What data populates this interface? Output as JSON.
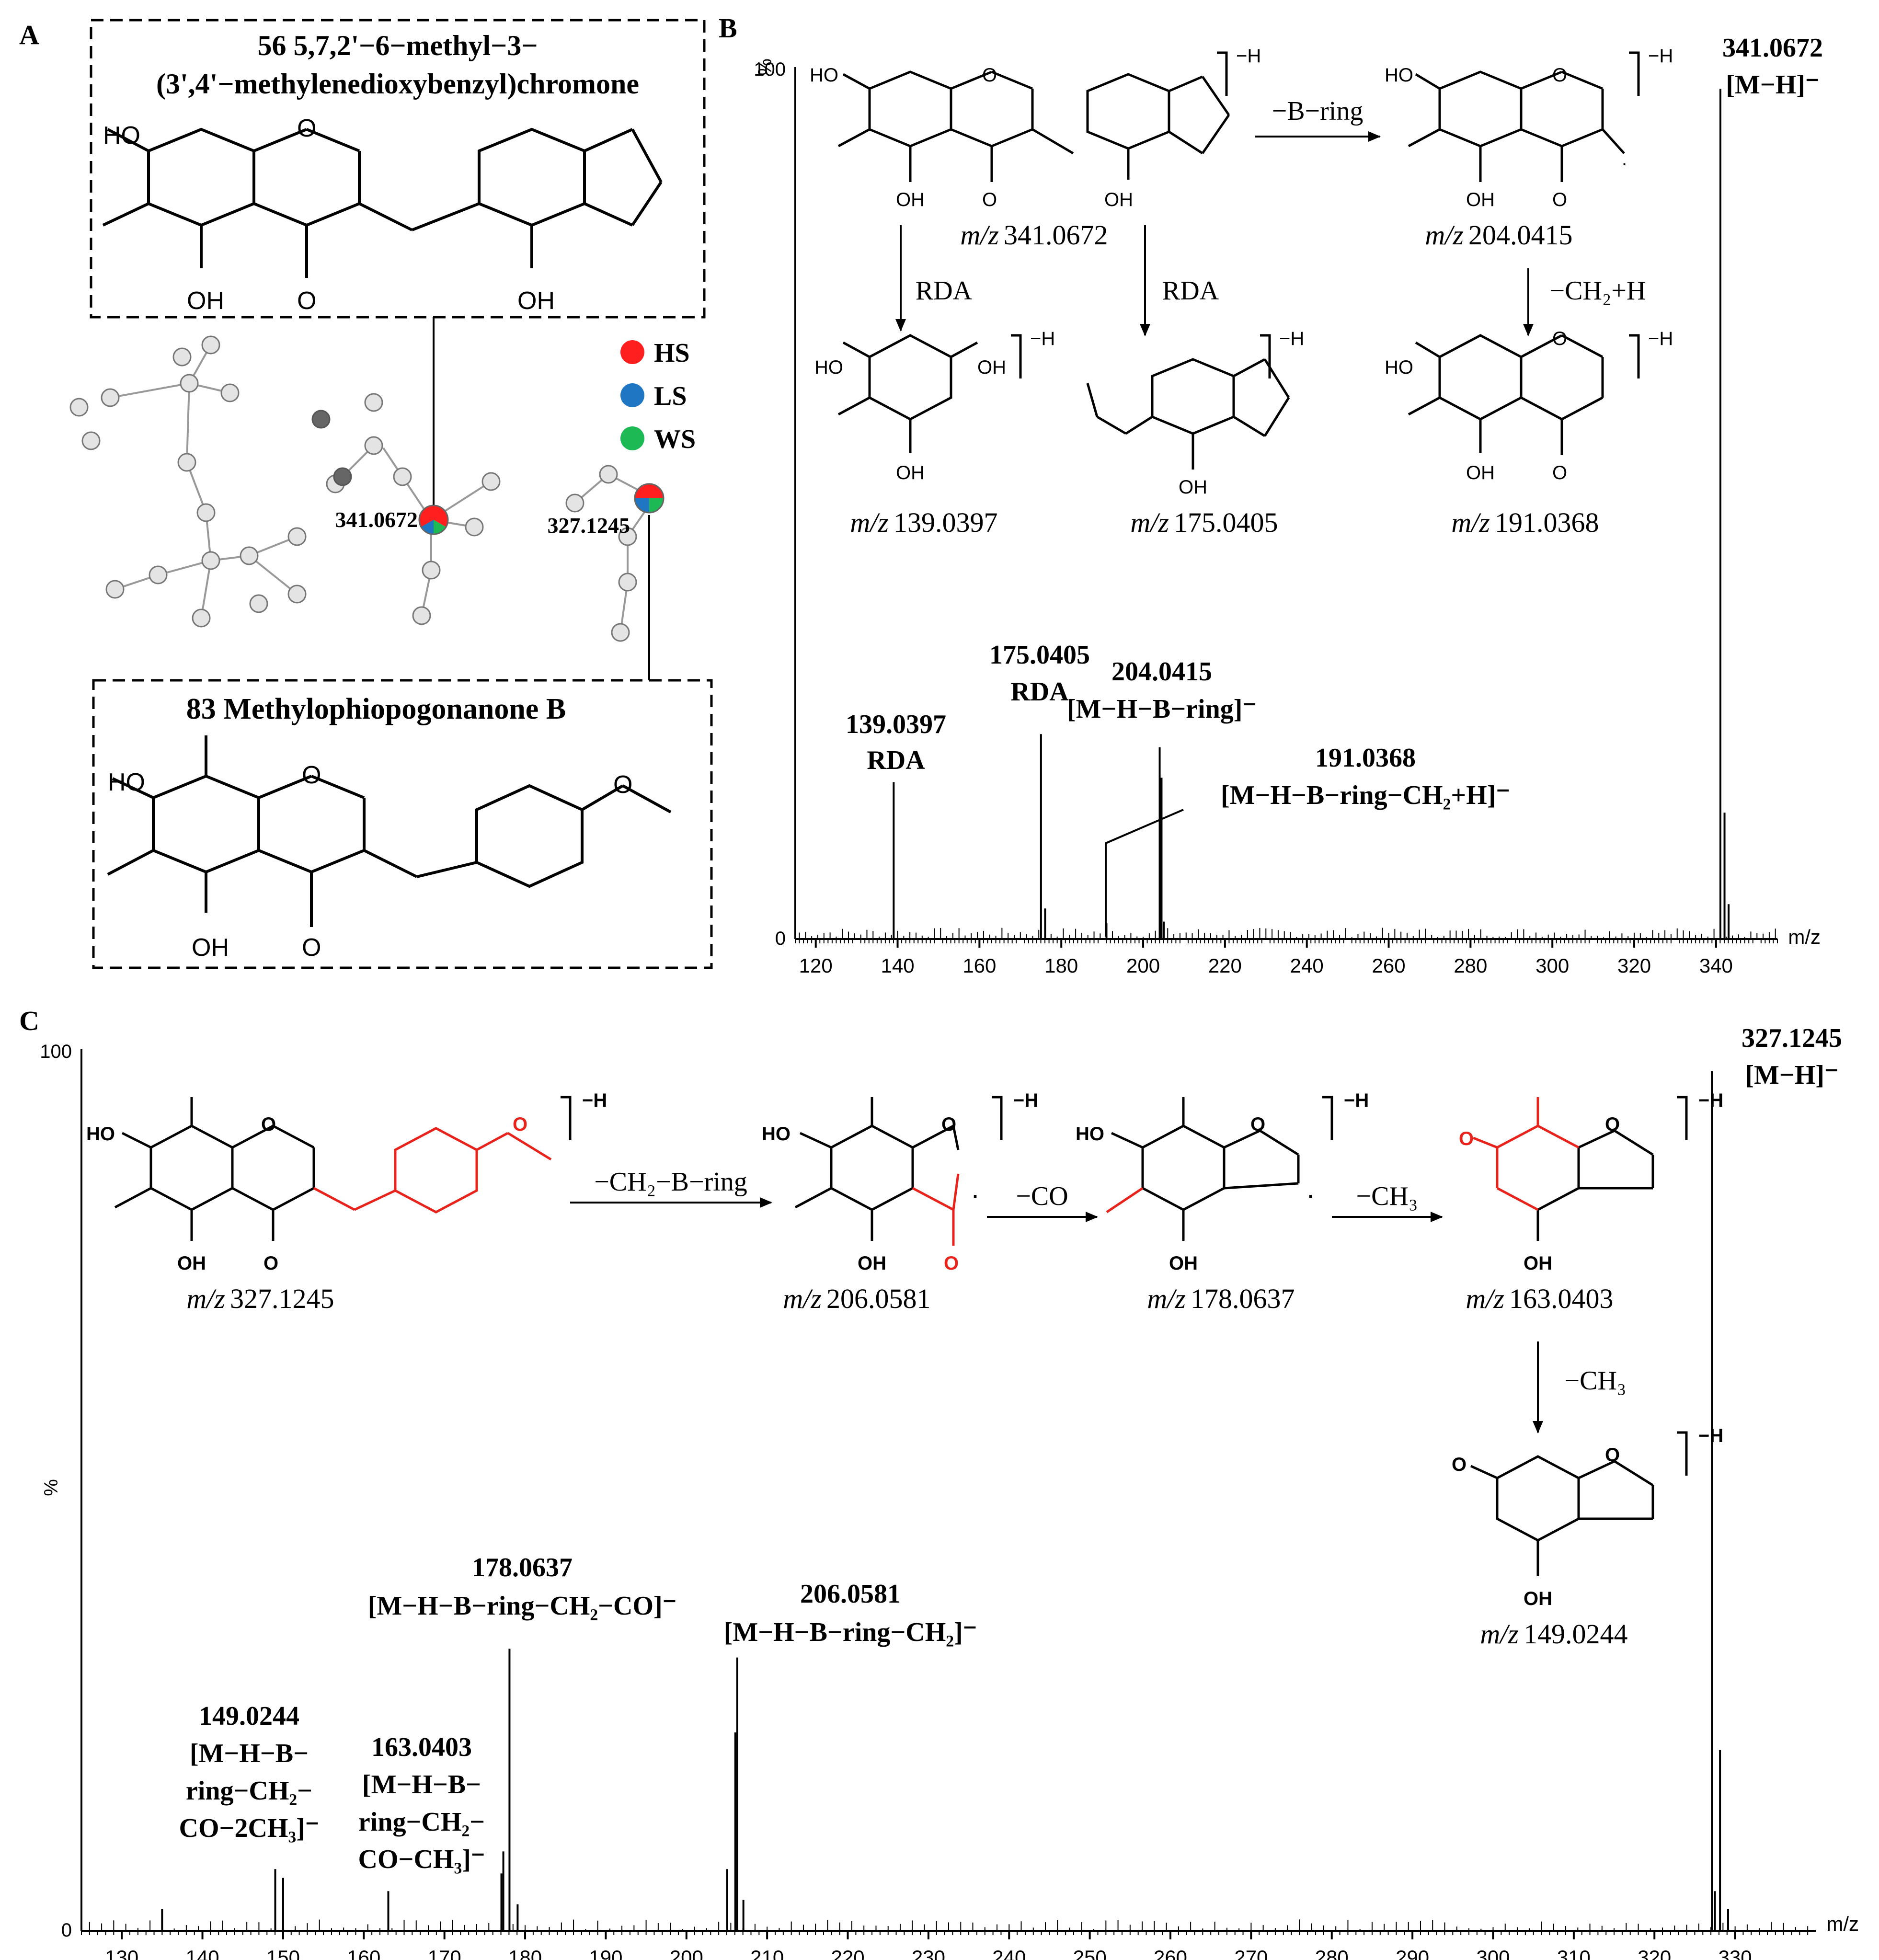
{
  "panels": {
    "a": "A",
    "b": "B",
    "c": "C"
  },
  "legend": [
    {
      "label": "HS",
      "color": "#ff1f1f"
    },
    {
      "label": "LS",
      "color": "#1f77c4"
    },
    {
      "label": "WS",
      "color": "#1db954"
    }
  ],
  "compound56": {
    "title_line1": "56  5,7,2'−6−methyl−3−",
    "title_line2": "(3',4'−methylenedioxybenzyl)chromone"
  },
  "compound83": {
    "title": "83 Methylophiopogonanone B"
  },
  "network": {
    "node_341": "341.0672",
    "node_327": "327.1245"
  },
  "chem_text": {
    "oh": "OH",
    "ho": "HO",
    "o": "O",
    "minus_h": "−H",
    "dot": "."
  },
  "scheme_b": {
    "step_bring": "−B−ring",
    "step_rda": "RDA",
    "step_ch2h": "−CH₂+H",
    "mz_prefix": "m/z",
    "mz_341": "341.0672",
    "mz_204": "204.0415",
    "mz_139": "139.0397",
    "mz_175": "175.0405",
    "mz_191": "191.0368"
  },
  "scheme_c": {
    "step_ch2bring": "−CH₂−B−ring",
    "step_co": "−CO",
    "step_ch3": "−CH₃",
    "mz_327": "327.1245",
    "mz_206": "206.0581",
    "mz_178": "178.0637",
    "mz_163": "163.0403",
    "mz_149": "149.0244"
  },
  "chart_data": [
    {
      "type": "bar",
      "panel": "B",
      "xlabel": "m/z",
      "ylabel": "%",
      "xlim": [
        115,
        355
      ],
      "ylim": [
        0,
        100
      ],
      "x_ticks": [
        120,
        140,
        160,
        180,
        200,
        220,
        240,
        260,
        280,
        300,
        320,
        340
      ],
      "y_ticks": [
        0,
        100
      ],
      "peaks": [
        {
          "mz": 139.0397,
          "intensity": 18
        },
        {
          "mz": 175.0405,
          "intensity": 23.5
        },
        {
          "mz": 176.05,
          "intensity": 3.5
        },
        {
          "mz": 191.0368,
          "intensity": 1.8
        },
        {
          "mz": 204.0415,
          "intensity": 22
        },
        {
          "mz": 204.5,
          "intensity": 18.5
        },
        {
          "mz": 205.05,
          "intensity": 2
        },
        {
          "mz": 341.0672,
          "intensity": 97.5
        },
        {
          "mz": 342.07,
          "intensity": 14.5
        },
        {
          "mz": 343.07,
          "intensity": 4
        }
      ],
      "annotations": [
        {
          "mz": 139.0397,
          "lines": [
            "139.0397",
            "RDA"
          ]
        },
        {
          "mz": 175.0405,
          "lines": [
            "175.0405",
            "RDA"
          ]
        },
        {
          "mz": 204.0415,
          "lines": [
            "204.0415",
            "[M−H−B−ring]⁻"
          ]
        },
        {
          "mz": 191.0368,
          "lines": [
            "191.0368",
            "[M−H−B−ring−CH₂+H]⁻"
          ]
        },
        {
          "mz": 341.0672,
          "lines": [
            "341.0672",
            "[M−H]⁻"
          ]
        }
      ]
    },
    {
      "type": "bar",
      "panel": "C",
      "xlabel": "m/z",
      "ylabel": "%",
      "xlim": [
        125,
        340
      ],
      "ylim": [
        0,
        100
      ],
      "x_ticks": [
        130,
        140,
        150,
        160,
        170,
        180,
        190,
        200,
        210,
        220,
        230,
        240,
        250,
        260,
        270,
        280,
        290,
        300,
        310,
        320,
        330
      ],
      "y_ticks": [
        0,
        100
      ],
      "peaks": [
        {
          "mz": 135.0,
          "intensity": 2.5
        },
        {
          "mz": 149.0244,
          "intensity": 7
        },
        {
          "mz": 150.0,
          "intensity": 6
        },
        {
          "mz": 163.0403,
          "intensity": 4.5
        },
        {
          "mz": 177.06,
          "intensity": 6.5
        },
        {
          "mz": 177.3,
          "intensity": 9
        },
        {
          "mz": 178.0637,
          "intensity": 32
        },
        {
          "mz": 179.07,
          "intensity": 3
        },
        {
          "mz": 205.05,
          "intensity": 7
        },
        {
          "mz": 206.0581,
          "intensity": 22.5
        },
        {
          "mz": 206.3,
          "intensity": 31
        },
        {
          "mz": 207.06,
          "intensity": 3.5
        },
        {
          "mz": 327.1245,
          "intensity": 97.5
        },
        {
          "mz": 327.5,
          "intensity": 4.5
        },
        {
          "mz": 328.13,
          "intensity": 20.5
        },
        {
          "mz": 329.13,
          "intensity": 2.5
        }
      ],
      "annotations": [
        {
          "mz": 149.0244,
          "lines": [
            "149.0244",
            "[M−H−B−",
            "ring−CH₂−",
            "CO−2CH₃]⁻"
          ]
        },
        {
          "mz": 163.0403,
          "lines": [
            "163.0403",
            "[M−H−B−",
            "ring−CH₂−",
            "CO−CH₃]⁻"
          ]
        },
        {
          "mz": 178.0637,
          "lines": [
            "178.0637",
            "[M−H−B−ring−CH₂−CO]⁻"
          ]
        },
        {
          "mz": 206.0581,
          "lines": [
            "206.0581",
            "[M−H−B−ring−CH₂]⁻"
          ]
        },
        {
          "mz": 327.1245,
          "lines": [
            "327.1245",
            "[M−H]⁻"
          ]
        }
      ]
    }
  ]
}
